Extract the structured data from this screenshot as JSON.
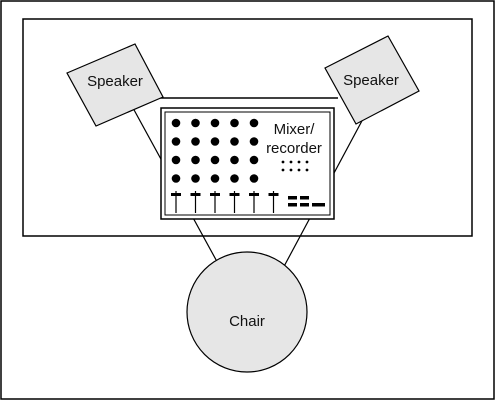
{
  "diagram": {
    "speaker_left_label": "Speaker",
    "speaker_right_label": "Speaker",
    "mixer_label_line1": "Mixer/",
    "mixer_label_line2": "recorder",
    "chair_label": "Chair"
  },
  "colors": {
    "background": "#ffffff",
    "stroke": "#000000",
    "box_fill": "#e6e6e6",
    "chair_fill": "#e6e6e6"
  },
  "mixer": {
    "knob_rows": 4,
    "knob_cols": 5,
    "fader_count": 6
  }
}
